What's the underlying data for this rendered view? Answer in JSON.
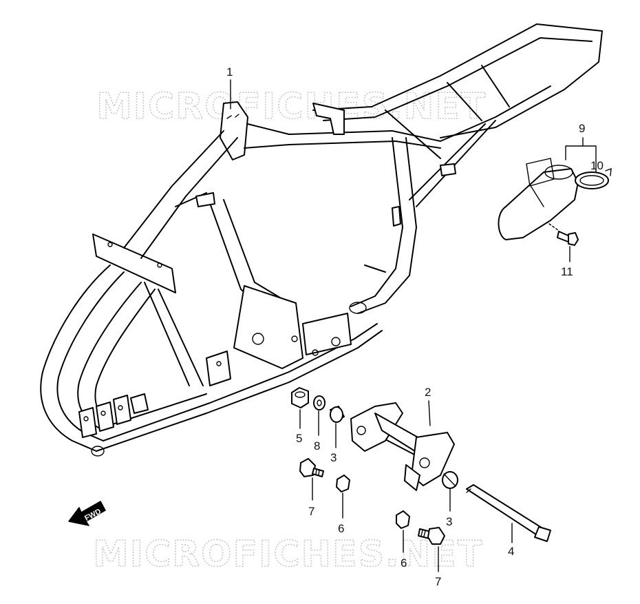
{
  "watermarks": [
    "MICROFICHES.NET",
    "MICROFICHES.NET"
  ],
  "fwd_label": "FWD",
  "callouts": {
    "c1": "1",
    "c2": "2",
    "c3a": "3",
    "c3b": "3",
    "c4": "4",
    "c5": "5",
    "c6a": "6",
    "c6b": "6",
    "c7a": "7",
    "c7b": "7",
    "c8": "8",
    "c9": "9",
    "c10": "10",
    "c11": "11"
  },
  "icons": {
    "fwd_arrow": "arrow-forward-direction-icon"
  },
  "colors": {
    "line": "#000000",
    "watermark": "#c8c8c8",
    "background": "#ffffff"
  }
}
